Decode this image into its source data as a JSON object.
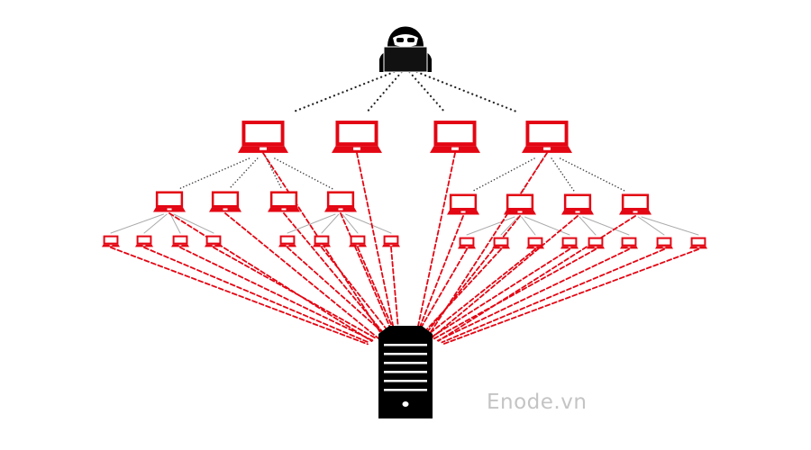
{
  "watermark": "Enode.vn",
  "diagram": {
    "type": "botnet-ddos",
    "nodes": {
      "attacker": "hacker-icon",
      "handlers": 4,
      "bots_level2": 8,
      "bots_level3": 16,
      "target": "server-icon"
    },
    "colors": {
      "bot": "#e30613",
      "attacker": "#000000",
      "target": "#000000",
      "control_link": "#222222",
      "attack_link": "#e30613",
      "watermark": "#c4c4c4"
    }
  }
}
